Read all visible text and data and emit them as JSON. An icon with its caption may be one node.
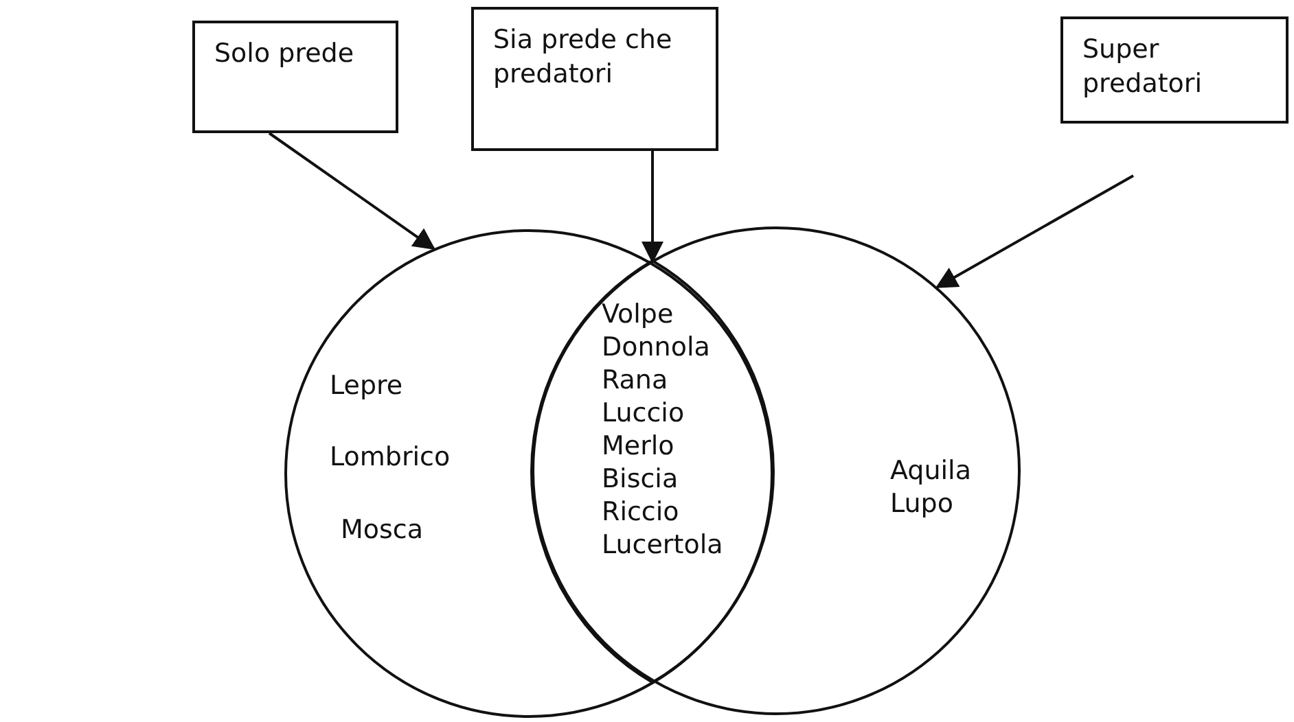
{
  "diagram": {
    "nodes": [
      {
        "text": [
          "Solo prede"
        ]
      },
      {
        "text": [
          "Sia prede che predatori"
        ]
      },
      {
        "text": [
          "Super predatori"
        ]
      },
      {
        "text": [
          "Lepre",
          "Lombrico",
          "Mosca"
        ]
      },
      {
        "text": [
          "Volpe",
          "Donnola",
          "Rana",
          "Luccio",
          "Merlo",
          "Biscia",
          "Riccio",
          "Lucertola"
        ]
      },
      {
        "text": [
          "Aquila",
          "Lupo"
        ]
      }
    ],
    "edges": [
      {
        "from": 0,
        "to": 3,
        "arrow": "to"
      },
      {
        "from": 1,
        "to": 4,
        "arrow": "to"
      },
      {
        "from": 2,
        "to": 5,
        "arrow": "to"
      }
    ]
  }
}
